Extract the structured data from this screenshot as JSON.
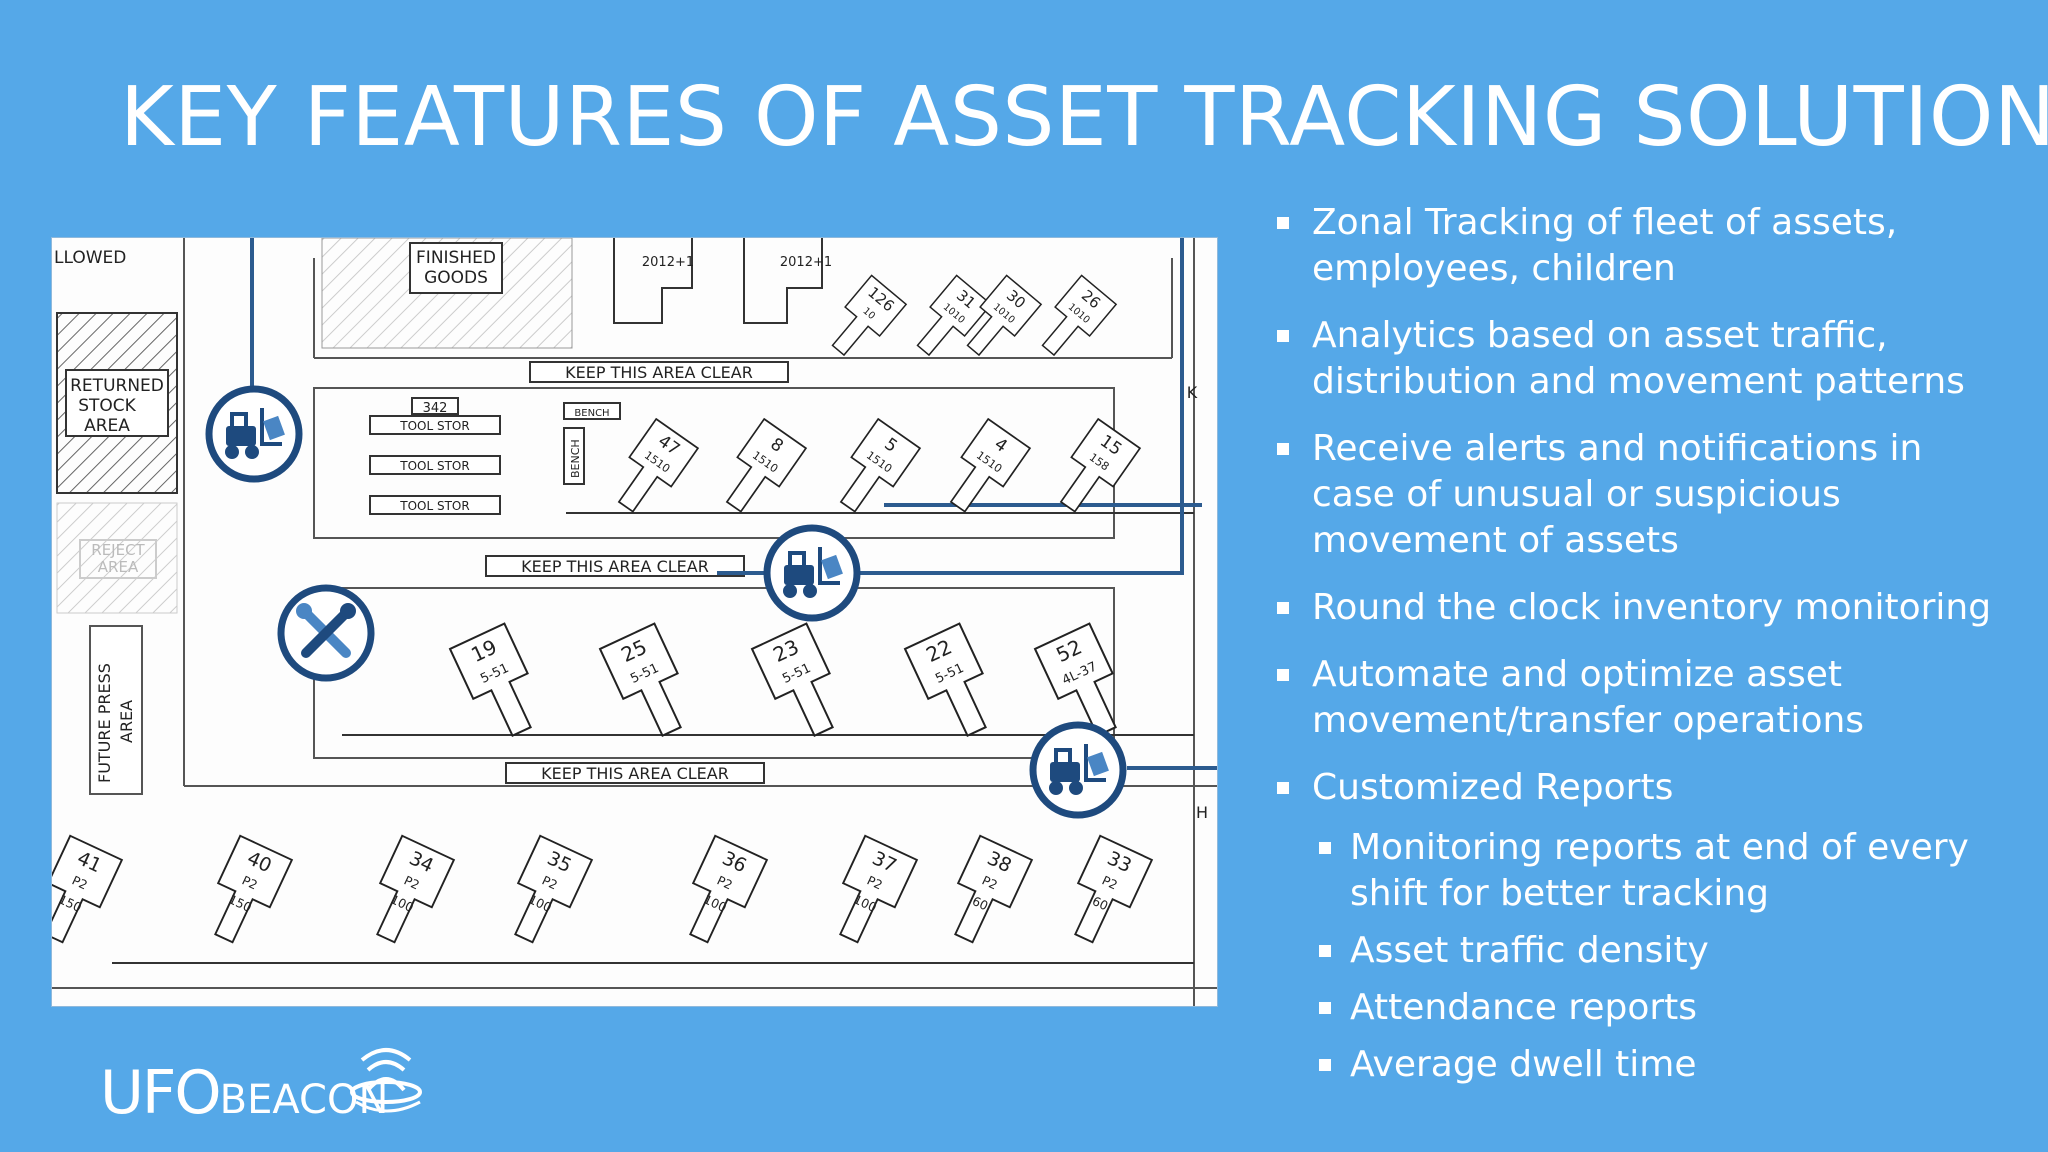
{
  "slide": {
    "title": "KEY FEATURES OF ASSET TRACKING SOLUTIONS",
    "bullets": [
      "Zonal Tracking of fleet of assets, employees, children",
      "Analytics based on asset traffic, distribution and movement patterns",
      "Receive alerts and notifications in case of unusual or suspicious movement of assets",
      "Round the clock inventory monitoring",
      "Automate and optimize asset movement/transfer operations",
      "Customized Reports"
    ],
    "sub_bullets": [
      "Monitoring reports at end of every shift for better tracking",
      "Asset traffic density",
      "Attendance reports",
      "Average dwell time"
    ]
  },
  "logo": {
    "text_main": "UFO",
    "text_small": "BEACON"
  },
  "colors": {
    "background": "#55a8e8",
    "marker_blue": "#1e4a7e",
    "line_blue": "#2c5b8f"
  },
  "floor_plan": {
    "labels": {
      "allowed": "LLOWED",
      "finished": "FINISHED",
      "goods": "GOODS",
      "returned": "RETURNED",
      "stock": "STOCK",
      "area": "AREA",
      "reject": "REJECT",
      "reject_area": "AREA",
      "future_press": "FUTURE PRESS",
      "future_area": "AREA",
      "keep_clear": "KEEP THIS AREA CLEAR",
      "tool_stor": "TOOL STOR",
      "bench": "BENCH",
      "n342": "342",
      "n2012a": "2012+1",
      "n2012b": "2012+1",
      "side_k": "K",
      "side_h": "H"
    },
    "machines_top": [
      {
        "num": "126",
        "code": "10"
      },
      {
        "num": "31",
        "code": "1010"
      },
      {
        "num": "30",
        "code": "1010"
      },
      {
        "num": "26",
        "code": "1010"
      }
    ],
    "machines_row2": [
      {
        "num": "47",
        "code": "1510"
      },
      {
        "num": "8",
        "code": "1510"
      },
      {
        "num": "5",
        "code": "1510"
      },
      {
        "num": "4",
        "code": "1510"
      },
      {
        "num": "15",
        "code": "158"
      }
    ],
    "machines_row3": [
      {
        "num": "19",
        "code": "5-51"
      },
      {
        "num": "25",
        "code": "5-51"
      },
      {
        "num": "23",
        "code": "5-51"
      },
      {
        "num": "22",
        "code": "5-51"
      },
      {
        "num": "52",
        "code": "4L-37"
      }
    ],
    "machines_row4": [
      {
        "num": "41",
        "code": "P2",
        "val": "150"
      },
      {
        "num": "40",
        "code": "P2",
        "val": "150"
      },
      {
        "num": "34",
        "code": "P2",
        "val": "100"
      },
      {
        "num": "35",
        "code": "P2",
        "val": "100"
      },
      {
        "num": "36",
        "code": "P2",
        "val": "100"
      },
      {
        "num": "37",
        "code": "P2",
        "val": "100"
      },
      {
        "num": "38",
        "code": "P2",
        "val": "60"
      },
      {
        "num": "33",
        "code": "P2",
        "val": "60"
      }
    ],
    "markers": [
      "forklift-marker",
      "forklift-marker",
      "wrench-marker",
      "forklift-marker"
    ]
  }
}
